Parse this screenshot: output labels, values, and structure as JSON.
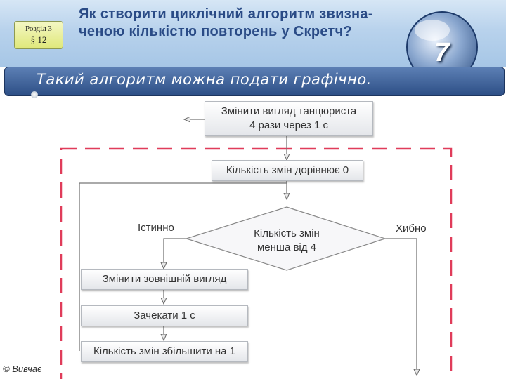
{
  "header": {
    "section_label": "Розділ 3",
    "paragraph_label": "§ 12",
    "title_line1": "Як створити циклічний алгоритм звизна-",
    "title_line2": "ченою кількістю повторень у Скретч?",
    "grade_number": "7"
  },
  "subtitle": "Такий алгоритм можна подати графічно.",
  "flowchart": {
    "start_line1": "Змінити вигляд танцюриста",
    "start_line2": "4 рази через 1 с",
    "init": "Кількість змін дорівнює 0",
    "condition_line1": "Кількість змін",
    "condition_line2": "менша від 4",
    "true_label": "Істинно",
    "false_label": "Хибно",
    "step1": "Змінити зовнішній вигляд",
    "step2": "Зачекати 1 с",
    "step3": "Кількість змін збільшити на 1"
  },
  "footer": "© Вивчає"
}
